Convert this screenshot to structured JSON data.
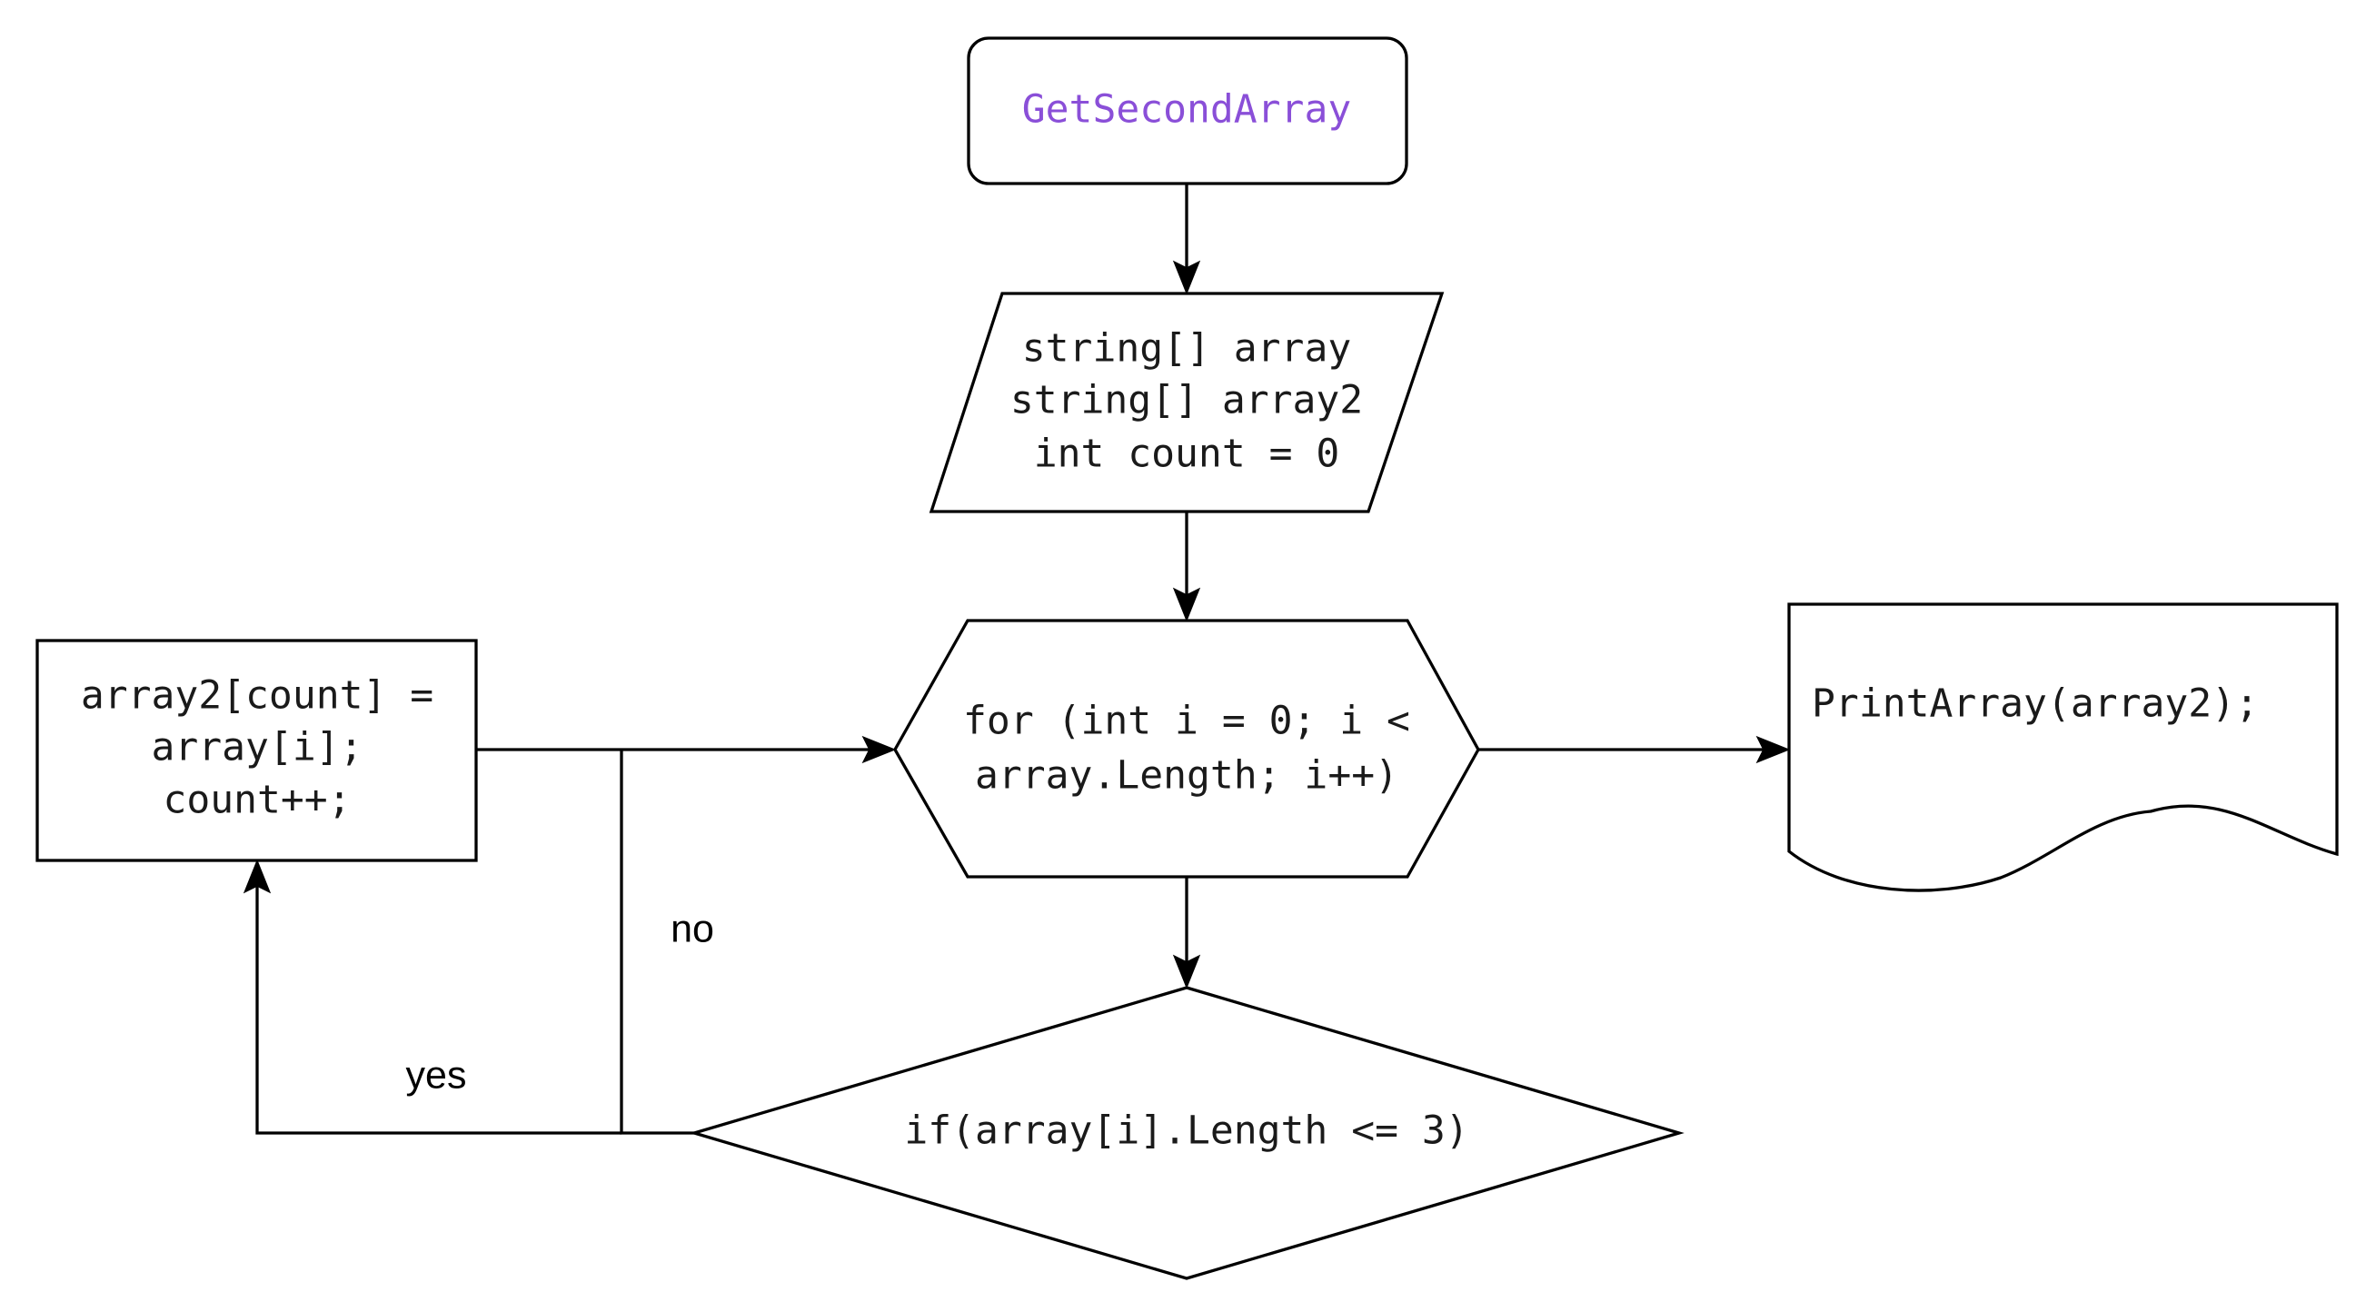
{
  "colors": {
    "stroke": "#000000",
    "fill": "#ffffff",
    "text": "#1a1a1a",
    "start_text": "#8a4fd8"
  },
  "nodes": {
    "start": {
      "text": "GetSecondArray"
    },
    "declare": {
      "lines": [
        "string[] array",
        "string[] array2",
        "int count = 0"
      ]
    },
    "loop": {
      "lines": [
        "for (int i = 0; i <",
        "array.Length; i++)"
      ]
    },
    "condition": {
      "text": "if(array[i].Length <= 3)"
    },
    "assign": {
      "lines": [
        "array2[count] =",
        "array[i];",
        "count++;"
      ]
    },
    "output": {
      "text": "PrintArray(array2);"
    }
  },
  "edges": {
    "yes_label": "yes",
    "no_label": "no"
  }
}
